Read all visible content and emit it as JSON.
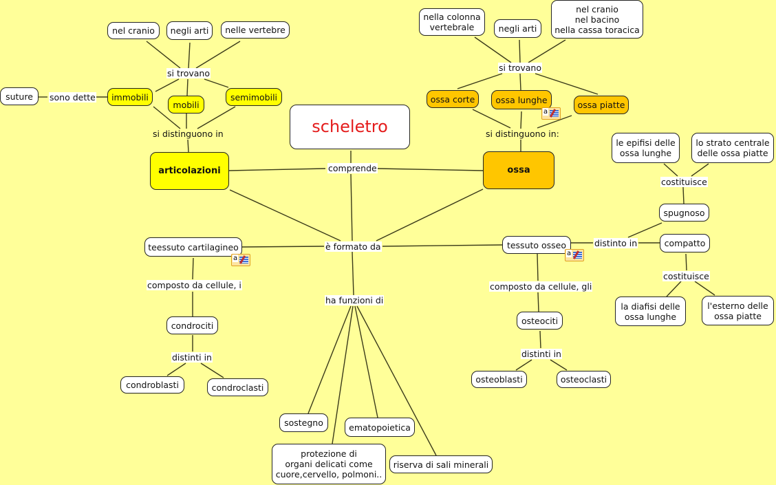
{
  "map": {
    "root": "scheletro",
    "links": {
      "comprende": "comprende",
      "formato": "è formato da",
      "funzioni": "ha funzioni di",
      "si_trovano_l": "si trovano",
      "sono_dette": "sono dette",
      "si_distinguono_l": "si distinguono in",
      "si_trovano_r": "si trovano",
      "si_distinguono_r": "si distinguono in:",
      "costituisce_1": "costituisce",
      "costituisce_2": "costituisce",
      "distinto_in": "distinto in",
      "composto_gli": "composto da cellule, gli",
      "distinti_in_r": "distinti in",
      "composto_i": "composto da cellule, i",
      "distinti_in_l": "distinti in"
    },
    "articolazioni": {
      "label": "articolazioni",
      "types": [
        "immobili",
        "mobili",
        "semimobili"
      ],
      "locations": [
        "nel cranio",
        "negli arti",
        "nelle vertebre"
      ],
      "immobili_alias": "suture"
    },
    "ossa": {
      "label": "ossa",
      "types": [
        "ossa corte",
        "ossa lunghe",
        "ossa piatte"
      ],
      "locations": [
        "nella colonna\nvertebrale",
        "negli arti",
        "nel cranio\nnel bacino\nnella cassa toracica"
      ]
    },
    "tessuto_osseo": {
      "label": "tessuto osseo",
      "kinds": [
        "spugnoso",
        "compatto"
      ],
      "spugnoso_parts": [
        "le epifisi delle\nossa lunghe",
        "lo strato centrale\ndelle ossa piatte"
      ],
      "compatto_parts": [
        "la diafisi delle\nossa lunghe",
        "l'esterno delle\nossa piatte"
      ],
      "cell": "osteociti",
      "cell_types": [
        "osteoblasti",
        "osteoclasti"
      ]
    },
    "tessuto_cartilagineo": {
      "label": "teessuto cartilagineo",
      "cell": "condrociti",
      "cell_types": [
        "condroblasti",
        "condroclasti"
      ]
    },
    "funzioni": [
      "sostegno",
      "ematopoietica",
      "protezione di\norgani delicati come\ncuore,cervello, polmoni..",
      "riserva di sali minerali"
    ],
    "note_icon": "annotation-note-icon"
  },
  "colors": {
    "background": "#ffff99",
    "root_text": "#e41c1c",
    "articolazioni_fill": "#ffff00",
    "ossa_fill": "#ffc600",
    "node_fill": "#ffffff"
  }
}
